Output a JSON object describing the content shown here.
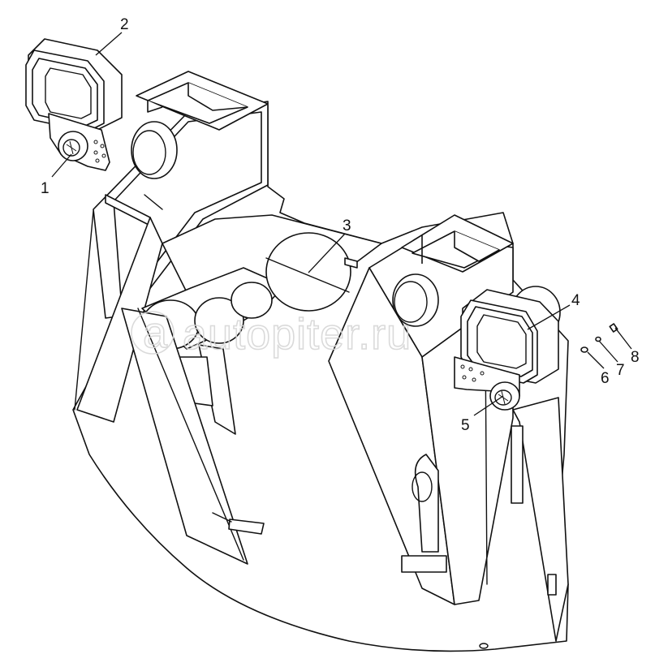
{
  "callouts": [
    {
      "id": "c1",
      "text": "1"
    },
    {
      "id": "c2",
      "text": "2"
    },
    {
      "id": "c3",
      "text": "3"
    },
    {
      "id": "c4",
      "text": "4"
    },
    {
      "id": "c5",
      "text": "5"
    },
    {
      "id": "c6",
      "text": "6"
    },
    {
      "id": "c7",
      "text": "7"
    },
    {
      "id": "c8",
      "text": "8"
    }
  ],
  "watermark": "autopiter.ru"
}
